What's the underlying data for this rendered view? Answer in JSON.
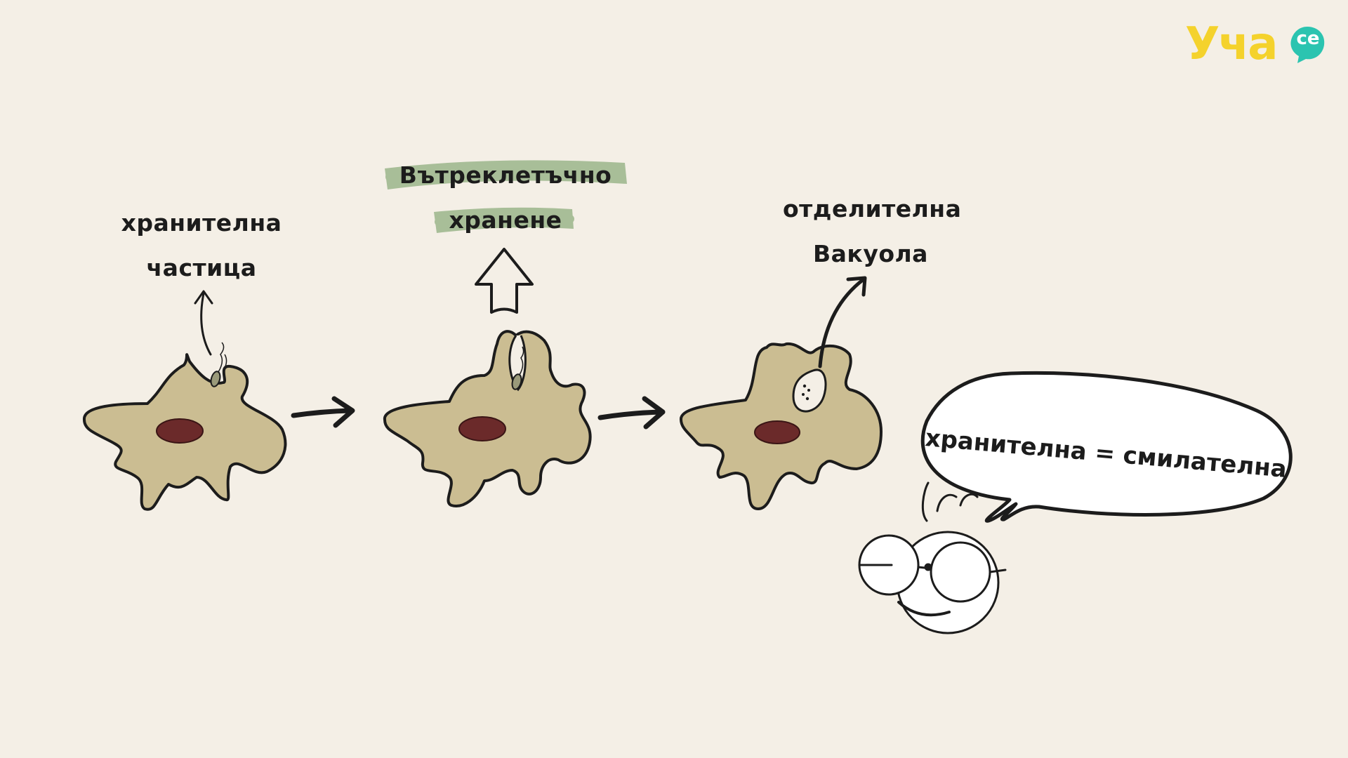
{
  "logo": {
    "text": "Уча",
    "suffix": "се",
    "color_main": "#f4d22c",
    "color_bubble": "#2bc4b0"
  },
  "labels": {
    "food_particle_line1": "хранителна",
    "food_particle_line2": "частица",
    "intracellular_line1": "Вътреклетъчно",
    "intracellular_line2": "хранене",
    "excretory_line1": "отделителна",
    "excretory_line2": "Вакуола"
  },
  "speech_bubble": {
    "text": "хранителна = смилателна"
  },
  "colors": {
    "background": "#f4efe6",
    "cell": "#cbbd92",
    "nucleus": "#6b2a2a",
    "highlight": "#8fae7f",
    "ink": "#1c1c1c"
  }
}
